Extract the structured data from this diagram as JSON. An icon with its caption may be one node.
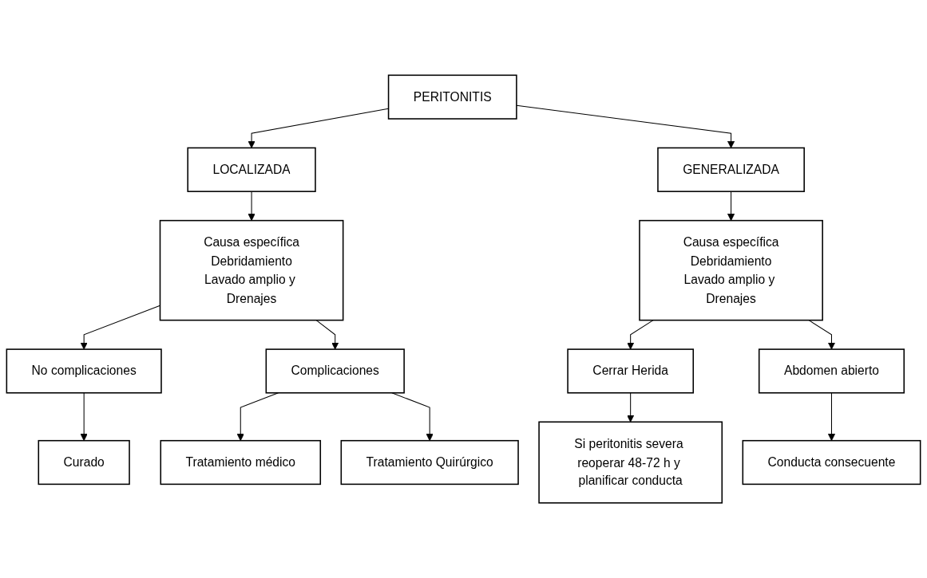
{
  "diagram": {
    "nodes": [
      {
        "text": [
          "PERITONITIS"
        ]
      },
      {
        "text": [
          "LOCALIZADA"
        ]
      },
      {
        "text": [
          "GENERALIZADA"
        ]
      },
      {
        "text": [
          "Causa específica",
          "Debridamiento",
          "Lavado amplio y Drenajes"
        ]
      },
      {
        "text": [
          "Causa específica",
          "Debridamiento",
          "Lavado amplio y Drenajes"
        ]
      },
      {
        "text": [
          "No complicaciones"
        ]
      },
      {
        "text": [
          "Complicaciones"
        ]
      },
      {
        "text": [
          "Cerrar Herida"
        ]
      },
      {
        "text": [
          "Abdomen abierto"
        ]
      },
      {
        "text": [
          "Curado"
        ]
      },
      {
        "text": [
          "Tratamiento médico"
        ]
      },
      {
        "text": [
          "Tratamiento Quirúrgico"
        ]
      },
      {
        "text": [
          "Si peritonitis severa reoperar 48-72 h y planificar conducta"
        ]
      },
      {
        "text": [
          "Conducta consecuente"
        ]
      }
    ],
    "edges": [
      {
        "from": 0,
        "to": 1,
        "arrow": "to"
      },
      {
        "from": 0,
        "to": 2,
        "arrow": "to"
      },
      {
        "from": 1,
        "to": 3,
        "arrow": "to"
      },
      {
        "from": 2,
        "to": 4,
        "arrow": "to"
      },
      {
        "from": 3,
        "to": 5,
        "arrow": "to"
      },
      {
        "from": 3,
        "to": 6,
        "arrow": "to"
      },
      {
        "from": 4,
        "to": 7,
        "arrow": "to"
      },
      {
        "from": 4,
        "to": 8,
        "arrow": "to"
      },
      {
        "from": 5,
        "to": 9,
        "arrow": "to"
      },
      {
        "from": 6,
        "to": 10,
        "arrow": "to"
      },
      {
        "from": 6,
        "to": 11,
        "arrow": "to"
      },
      {
        "from": 7,
        "to": 12,
        "arrow": "to"
      },
      {
        "from": 8,
        "to": 13,
        "arrow": "to"
      }
    ]
  }
}
